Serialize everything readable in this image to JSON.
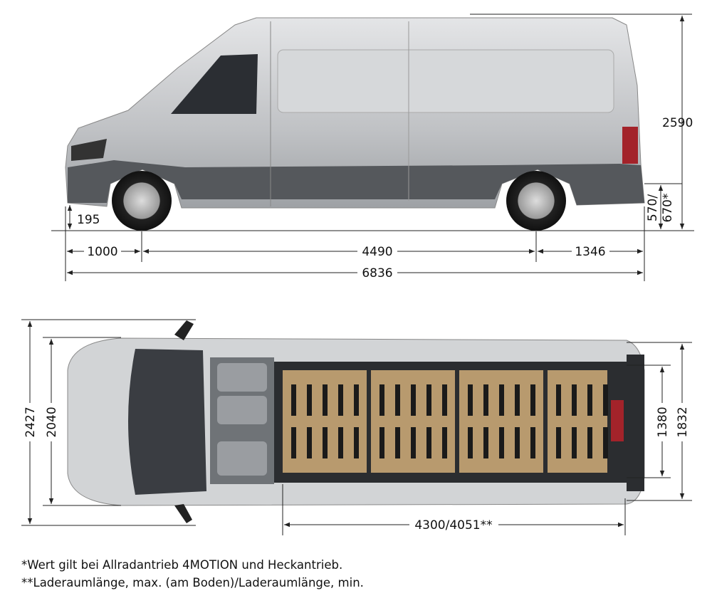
{
  "side_view": {
    "dimensions": {
      "height": "2590",
      "load_sill_height": "570/",
      "load_sill_height_alt": "670*",
      "ground_clearance": "195",
      "front_overhang": "1000",
      "wheelbase": "4490",
      "rear_overhang": "1346",
      "overall_length": "6836"
    }
  },
  "top_view": {
    "dimensions": {
      "width_with_mirrors": "2427",
      "width": "2040",
      "cargo_width": "1832",
      "cargo_width_between_arches": "1380",
      "cargo_length": "4300/4051**"
    }
  },
  "footnotes": [
    "*Wert gilt bei Allradantrieb 4MOTION und Heckantrieb.",
    "**Laderaumlänge, max. (am Boden)/Laderaumlänge, min."
  ],
  "colors": {
    "body": "#c9cacc",
    "lower_body": "#55585c",
    "tail_light": "#a3232a",
    "wood": "#b89a6e"
  }
}
